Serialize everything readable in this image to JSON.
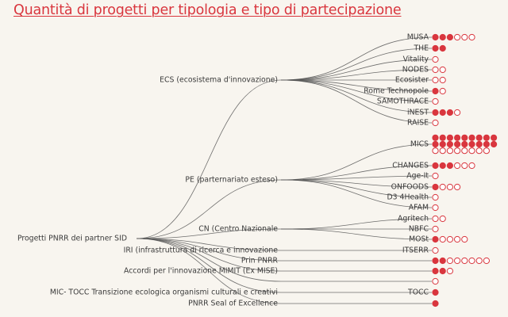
{
  "title": "Quantità di progetti per tipologia e tipo di partecipazione",
  "colors": {
    "background": "#f8f5ef",
    "accent": "#d9363e",
    "link": "#555555",
    "text": "#3a3a3a"
  },
  "root": {
    "label": "Progetti PNRR dei partner SID"
  },
  "categories": [
    {
      "label": "ECS (ecosistema d'innovazione)",
      "children": [
        {
          "label": "MUSA",
          "filled": 3,
          "empty": 3
        },
        {
          "label": "THE",
          "filled": 2,
          "empty": 0
        },
        {
          "label": "Vitality",
          "filled": 0,
          "empty": 1
        },
        {
          "label": "NODES",
          "filled": 0,
          "empty": 2
        },
        {
          "label": "Ecosister",
          "filled": 0,
          "empty": 2
        },
        {
          "label": "Rome Technopole",
          "filled": 1,
          "empty": 1
        },
        {
          "label": "SAMOTHRACE",
          "filled": 0,
          "empty": 1
        },
        {
          "label": "iNEST",
          "filled": 3,
          "empty": 1
        },
        {
          "label": "RAISE",
          "filled": 0,
          "empty": 1
        }
      ]
    },
    {
      "label": "PE (parternariato esteso)",
      "children": [
        {
          "label": "MICS",
          "filled": 18,
          "empty": 8
        },
        {
          "label": "CHANGES",
          "filled": 3,
          "empty": 3
        },
        {
          "label": "Age-It",
          "filled": 0,
          "empty": 1
        },
        {
          "label": "ONFOODS",
          "filled": 1,
          "empty": 3
        },
        {
          "label": "D3 4Health",
          "filled": 0,
          "empty": 1
        },
        {
          "label": "AFAM",
          "filled": 0,
          "empty": 1
        }
      ]
    },
    {
      "label": "CN (Centro Nazionale",
      "children": [
        {
          "label": "Agritech",
          "filled": 0,
          "empty": 2
        },
        {
          "label": "NBFC",
          "filled": 0,
          "empty": 1
        },
        {
          "label": "MOSt",
          "filled": 1,
          "empty": 4
        }
      ]
    },
    {
      "label": "IRI (infrastruttura di ricerca e innovazione",
      "children": [
        {
          "label": "ITSERR",
          "filled": 0,
          "empty": 1
        }
      ]
    },
    {
      "label": "Prin PNRR",
      "children": [
        {
          "label": "",
          "filled": 2,
          "empty": 6
        }
      ]
    },
    {
      "label": "Accordi per l'innovazione MIMIT (Ex MISE)",
      "children": [
        {
          "label": "",
          "filled": 2,
          "empty": 1
        }
      ]
    },
    {
      "label": "",
      "children": [
        {
          "label": "",
          "filled": 0,
          "empty": 1
        }
      ]
    },
    {
      "label": "MIC- TOCC Transizione ecologica organismi culturali e creativi",
      "children": [
        {
          "label": "TOCC",
          "filled": 1,
          "empty": 0
        }
      ]
    },
    {
      "label": "PNRR Seal of Excellence",
      "children": [
        {
          "label": "",
          "filled": 1,
          "empty": 0
        }
      ]
    }
  ]
}
